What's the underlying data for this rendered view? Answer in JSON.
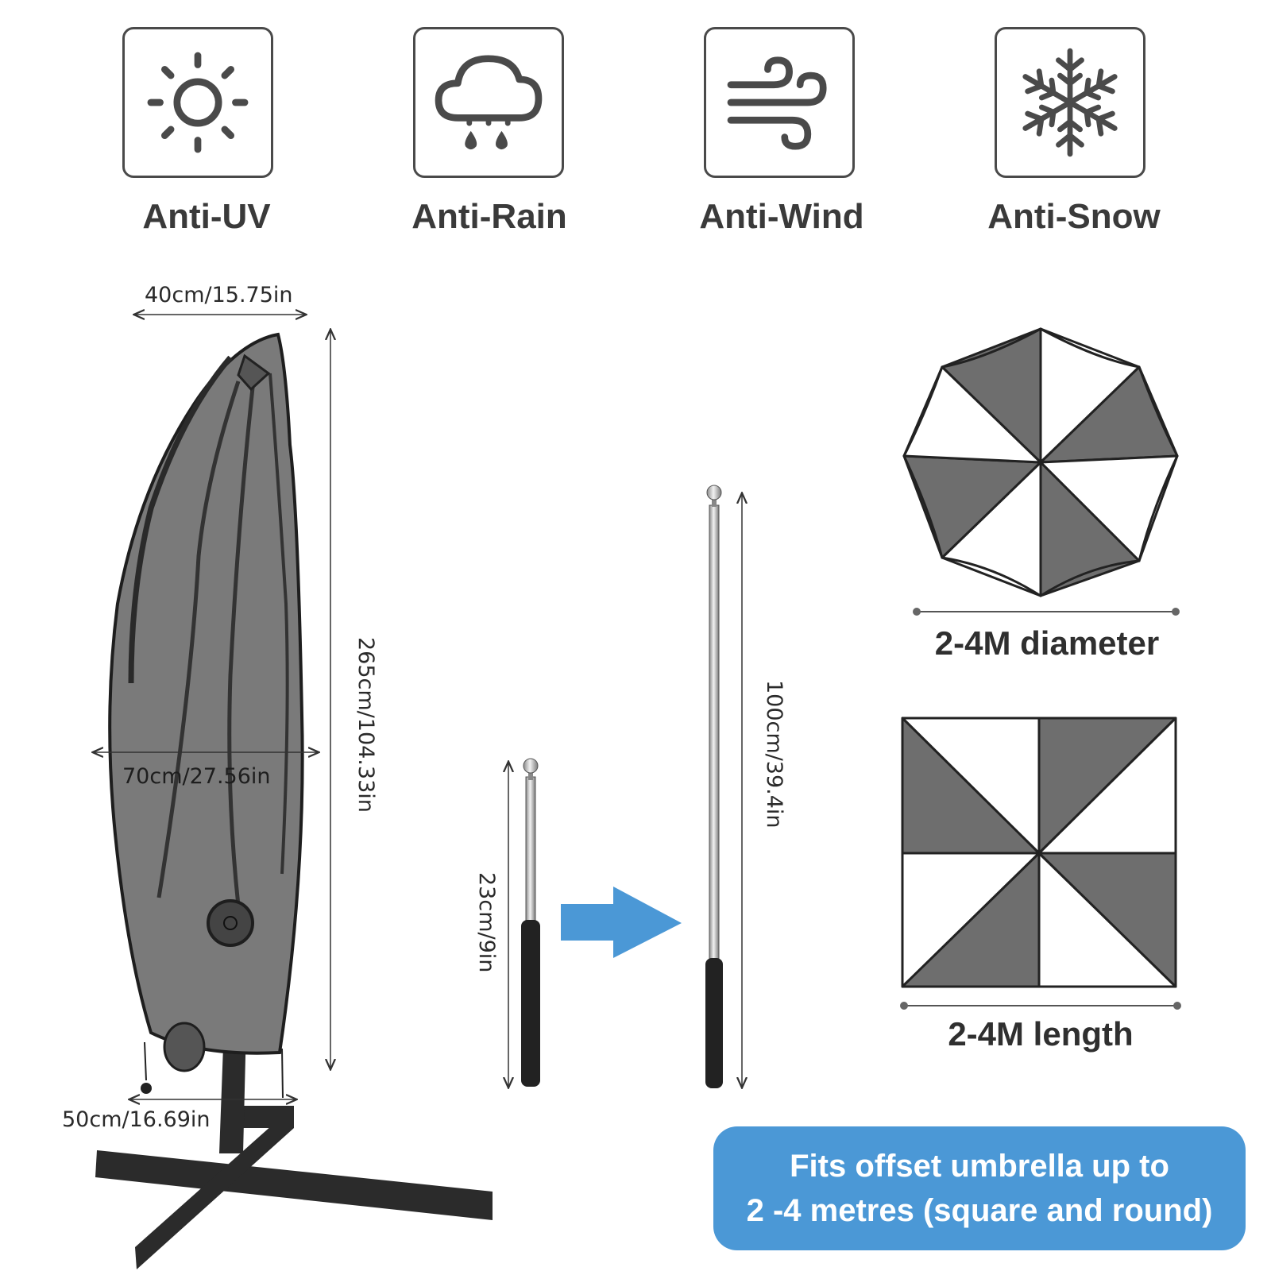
{
  "features": [
    {
      "label": "Anti-UV",
      "icon": "sun-icon"
    },
    {
      "label": "Anti-Rain",
      "icon": "rain-cloud-icon"
    },
    {
      "label": "Anti-Wind",
      "icon": "wind-icon"
    },
    {
      "label": "Anti-Snow",
      "icon": "snowflake-icon"
    }
  ],
  "cover_dimensions": {
    "top_width": "40cm/15.75in",
    "height": "265cm/104.33in",
    "middle_width": "70cm/27.56in",
    "bottom_width": "50cm/16.69in"
  },
  "pole": {
    "collapsed_length": "23cm/9in",
    "extended_length": "100cm/39.4in"
  },
  "round_umbrella_caption": "2-4M diameter",
  "square_umbrella_caption": "2-4M length",
  "info_box": {
    "line1": "Fits offset umbrella up to",
    "line2": "2 -4 metres (square and round)"
  },
  "colors": {
    "accent_blue": "#4b98d6",
    "canopy_gray": "#6e6e6e",
    "frame_dark": "#2b2b2b"
  }
}
